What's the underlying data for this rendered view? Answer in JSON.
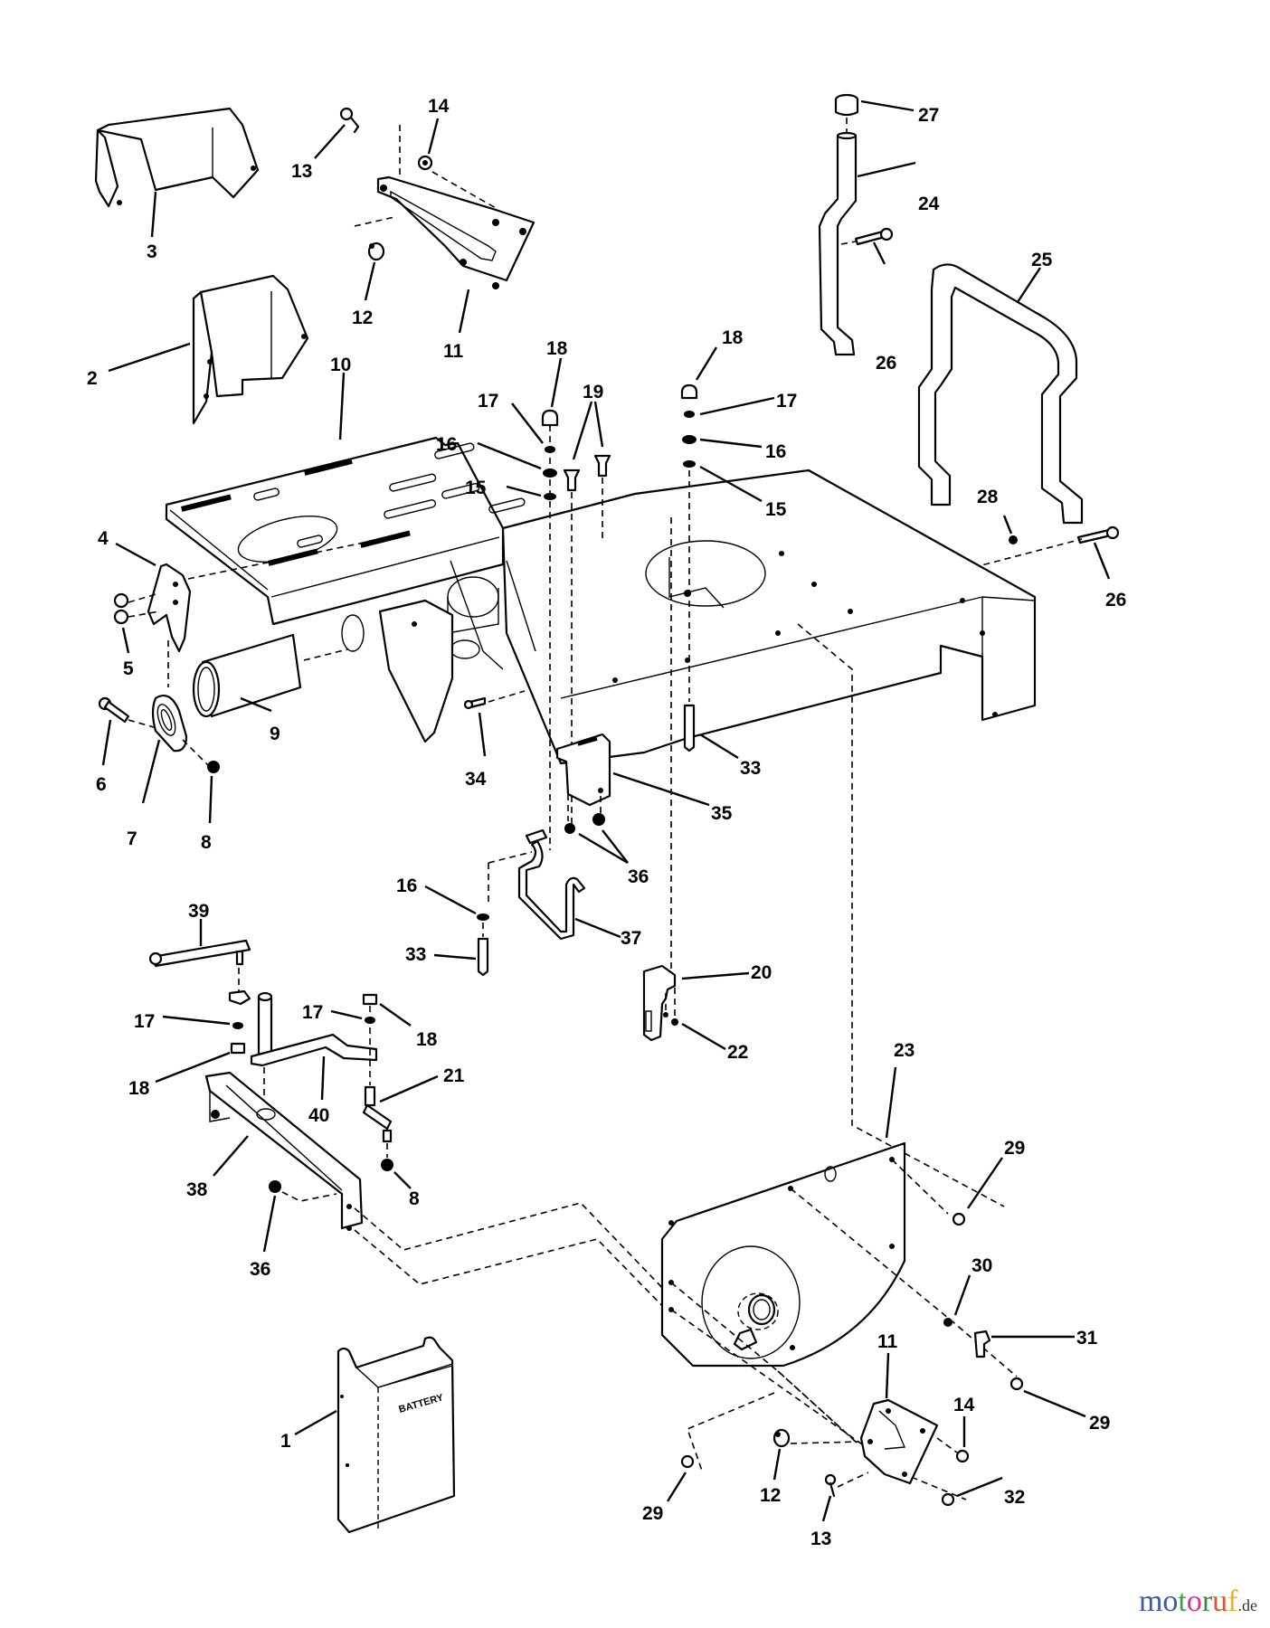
{
  "diagram": {
    "title": "Exploded parts diagram - frame, handles and battery assembly",
    "callouts": {
      "c1": "1",
      "c2": "2",
      "c3": "3",
      "c4": "4",
      "c5": "5",
      "c6": "6",
      "c7": "7",
      "c8a": "8",
      "c8b": "8",
      "c9": "9",
      "c10": "10",
      "c11a": "11",
      "c11b": "11",
      "c12a": "12",
      "c12b": "12",
      "c13a": "13",
      "c13b": "13",
      "c14a": "14",
      "c14b": "14",
      "c15a": "15",
      "c15b": "15",
      "c16a": "16",
      "c16b": "16",
      "c16c": "16",
      "c17a": "17",
      "c17b": "17",
      "c17c": "17",
      "c17d": "17",
      "c18a": "18",
      "c18b": "18",
      "c18c": "18",
      "c18d": "18",
      "c19": "19",
      "c20": "20",
      "c21": "21",
      "c22": "22",
      "c23": "23",
      "c24": "24",
      "c25": "25",
      "c26a": "26",
      "c26b": "26",
      "c27": "27",
      "c28": "28",
      "c29a": "29",
      "c29b": "29",
      "c29c": "29",
      "c30": "30",
      "c31": "31",
      "c32": "32",
      "c33a": "33",
      "c33b": "33",
      "c34": "34",
      "c35": "35",
      "c36a": "36",
      "c36b": "36",
      "c37": "37",
      "c38": "38",
      "c39": "39",
      "c40": "40"
    },
    "battery_cover_text": "BATTERY"
  },
  "watermark": {
    "letters": [
      {
        "ch": "m",
        "color": "#3b5aa8"
      },
      {
        "ch": "o",
        "color": "#3b5aa8"
      },
      {
        "ch": "t",
        "color": "#3aa04a"
      },
      {
        "ch": "o",
        "color": "#e0308a"
      },
      {
        "ch": "r",
        "color": "#2f8f3a"
      },
      {
        "ch": "u",
        "color": "#e2522a"
      },
      {
        "ch": "f",
        "color": "#f0b020"
      }
    ],
    "tld": ".de"
  }
}
